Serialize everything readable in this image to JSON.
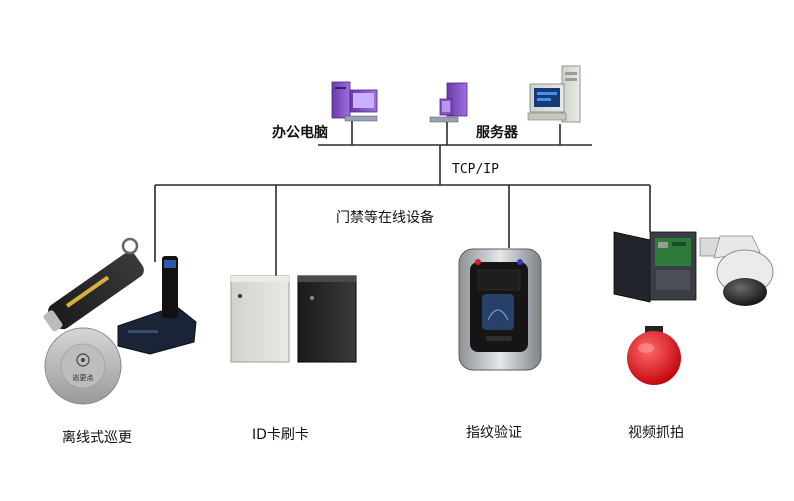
{
  "network": {
    "office_pc_label": "办公电脑",
    "server_label": "服务器",
    "protocol_label": "TCP/IP",
    "bus_title": "门禁等在线设备"
  },
  "devices": {
    "offline_patrol": {
      "label": "离线式巡更",
      "tag_text": "巡更点"
    },
    "id_card": {
      "label": "ID卡刷卡"
    },
    "fingerprint": {
      "label": "指纹验证"
    },
    "video": {
      "label": "视频抓拍"
    }
  },
  "colors": {
    "line": "#2a2a2a",
    "pc_purple": "#8a52c8",
    "alarm_red": "#e0141c"
  }
}
